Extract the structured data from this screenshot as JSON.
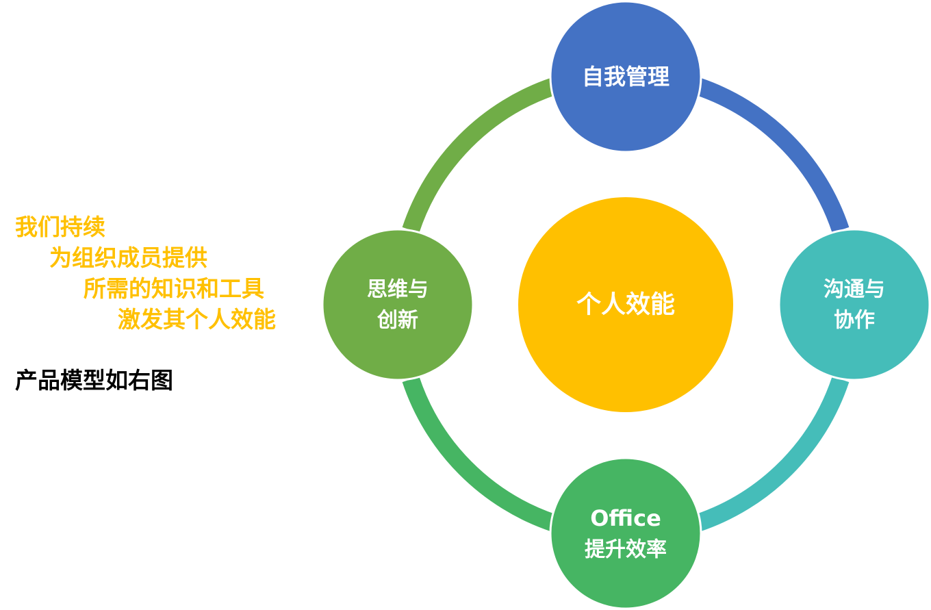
{
  "tagline": {
    "lines": [
      "我们持续",
      "为组织成员提供",
      "所需的知识和工具",
      "激发其个人效能"
    ],
    "color": "#FFC000"
  },
  "caption": {
    "text": "产品模型如右图",
    "color": "#000000"
  },
  "diagram": {
    "center": {
      "label": "个人效能",
      "color": "#FFC000"
    },
    "nodes": [
      {
        "id": "self-management",
        "lines": [
          "自我管理"
        ],
        "color": "#4472C4"
      },
      {
        "id": "communication",
        "lines": [
          "沟通与",
          "协作"
        ],
        "color": "#45BDB9"
      },
      {
        "id": "office",
        "lines": [
          "Office",
          "提升效率"
        ],
        "color": "#46B563"
      },
      {
        "id": "thinking",
        "lines": [
          "思维与",
          "创新"
        ],
        "color": "#70AD47"
      }
    ]
  }
}
